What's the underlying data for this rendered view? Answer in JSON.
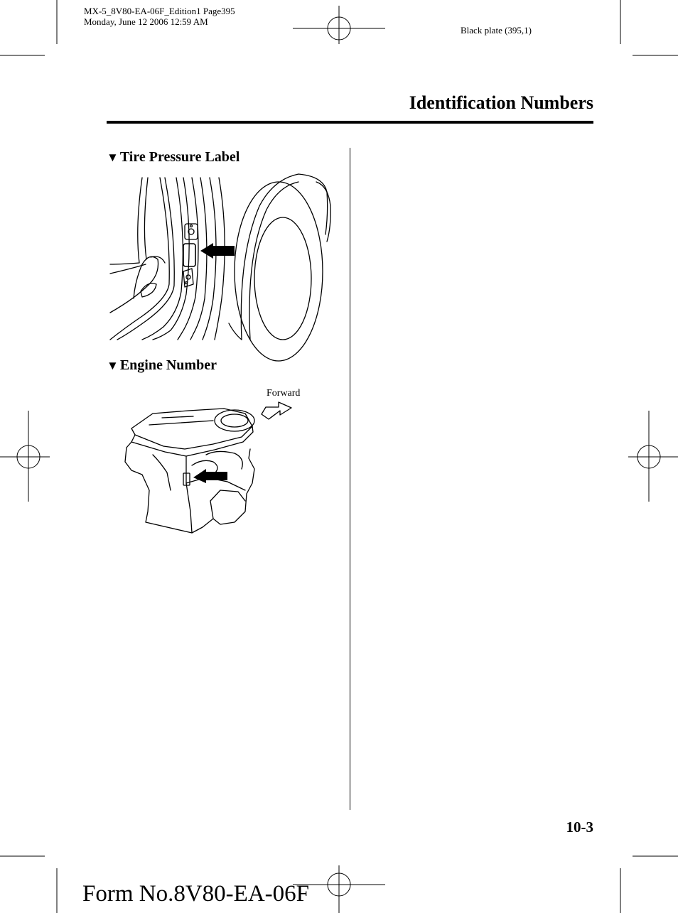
{
  "header": {
    "file_line": "MX-5_8V80-EA-06F_Edition1 Page395",
    "date_line": "Monday, June 12 2006 12:59 AM",
    "plate": "Black plate (395,1)"
  },
  "page_title": "Identification Numbers",
  "sections": [
    {
      "marker": "▼",
      "heading": "Tire Pressure Label"
    },
    {
      "marker": "▼",
      "heading": "Engine Number",
      "figure_label": "Forward"
    }
  ],
  "page_number": "10-3",
  "form_number": "Form No.8V80-EA-06F"
}
